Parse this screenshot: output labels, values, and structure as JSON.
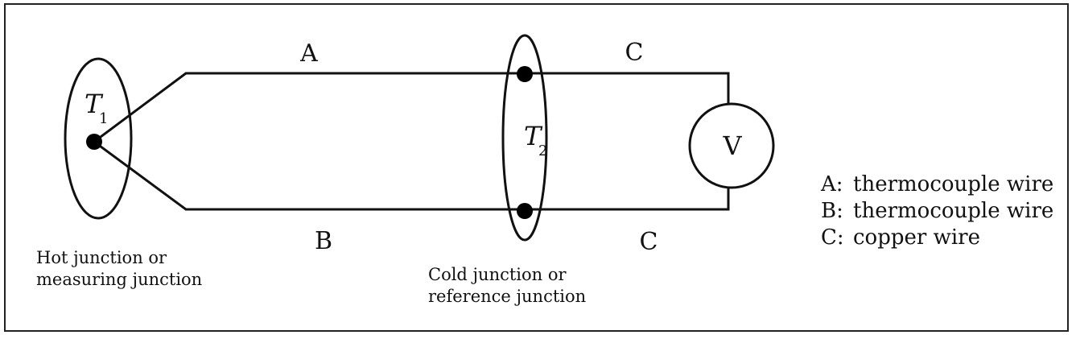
{
  "wires": {
    "a_label": "A",
    "b_label": "B",
    "c_top_label": "C",
    "c_bottom_label": "C"
  },
  "junctions": {
    "hot_symbol": "T",
    "hot_subscript": "1",
    "cold_symbol": "T",
    "cold_subscript": "2",
    "hot_caption_line1": "Hot junction or",
    "hot_caption_line2": "measuring junction",
    "cold_caption_line1": "Cold junction or",
    "cold_caption_line2": "reference junction"
  },
  "meter": {
    "label": "V"
  },
  "legend": [
    {
      "key": "A:",
      "text": "thermocouple wire"
    },
    {
      "key": "B:",
      "text": "thermocouple wire"
    },
    {
      "key": "C:",
      "text": "copper wire"
    }
  ]
}
